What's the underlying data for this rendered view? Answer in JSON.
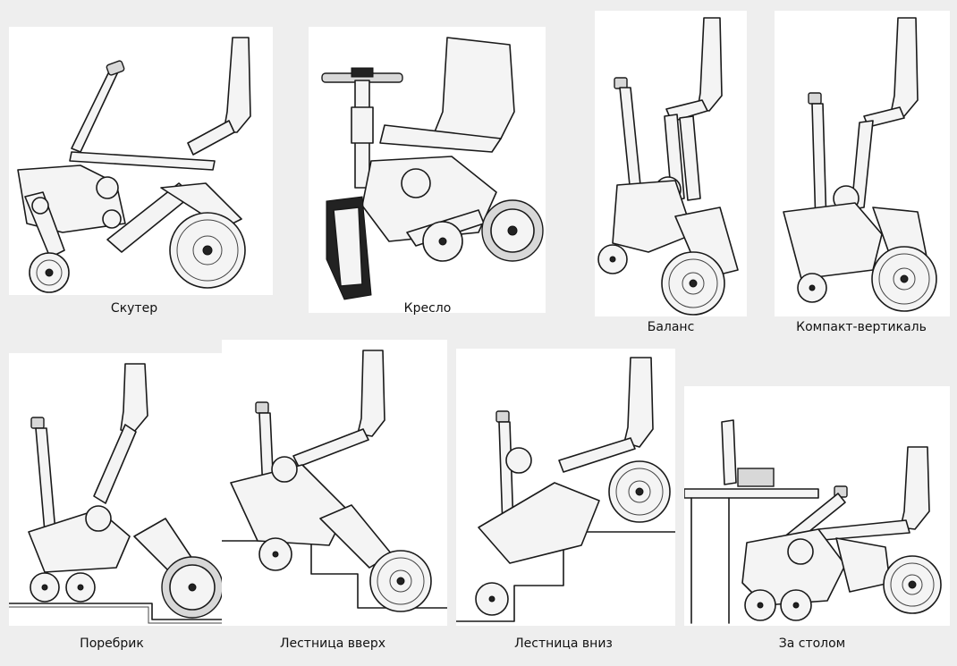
{
  "captions": {
    "scooter": "Скутер",
    "chair": "Кресло",
    "balance": "Баланс",
    "compact_vertical": "Компакт-вертикаль",
    "curb": "Поребрик",
    "stairs_up": "Лестница вверх",
    "stairs_down": "Лестница вниз",
    "at_table": "За столом"
  },
  "colors": {
    "background": "#eeeeee",
    "panel": "#ffffff",
    "line": "#1a1a1a"
  }
}
